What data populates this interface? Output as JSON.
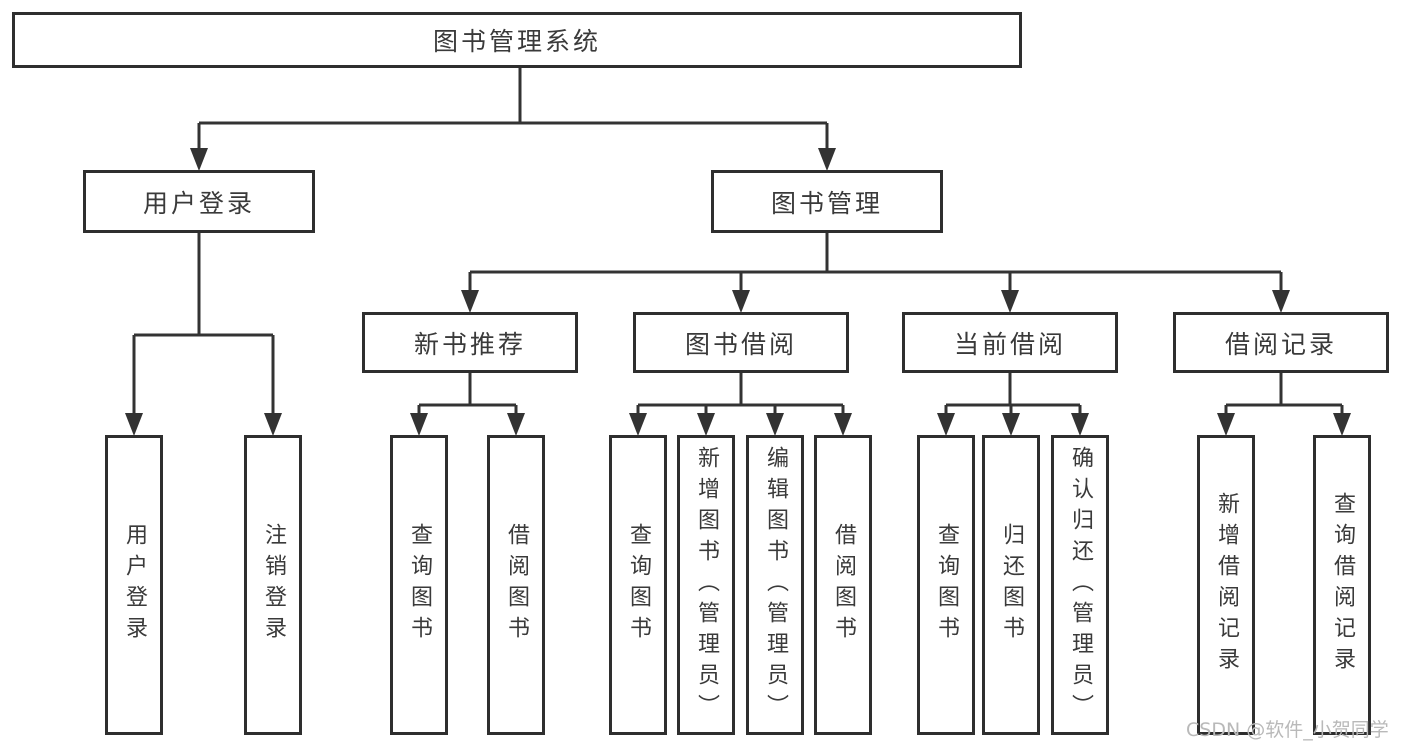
{
  "tree": {
    "root": {
      "label": "图书管理系统"
    },
    "branches": [
      {
        "label": "用户登录",
        "leaves": [
          {
            "label": "用户登录"
          },
          {
            "label": "注销登录"
          }
        ]
      },
      {
        "label": "图书管理",
        "groups": [
          {
            "label": "新书推荐",
            "leaves": [
              {
                "label": "查询图书"
              },
              {
                "label": "借阅图书"
              }
            ]
          },
          {
            "label": "图书借阅",
            "leaves": [
              {
                "label": "查询图书"
              },
              {
                "label": "新增图书（管理员）"
              },
              {
                "label": "编辑图书（管理员）"
              },
              {
                "label": "借阅图书"
              }
            ]
          },
          {
            "label": "当前借阅",
            "leaves": [
              {
                "label": "查询图书"
              },
              {
                "label": "归还图书"
              },
              {
                "label": "确认归还（管理员）"
              }
            ]
          },
          {
            "label": "借阅记录",
            "leaves": [
              {
                "label": "新增借阅记录"
              },
              {
                "label": "查询借阅记录"
              }
            ]
          }
        ]
      }
    ]
  },
  "watermark": {
    "text": "CSDN @软件_小贺同学"
  },
  "colors": {
    "line": "#333333",
    "box_border": "#2e2e2e",
    "text": "#3a3a3a",
    "watermark": "#b9b9b9",
    "background": "#ffffff"
  }
}
